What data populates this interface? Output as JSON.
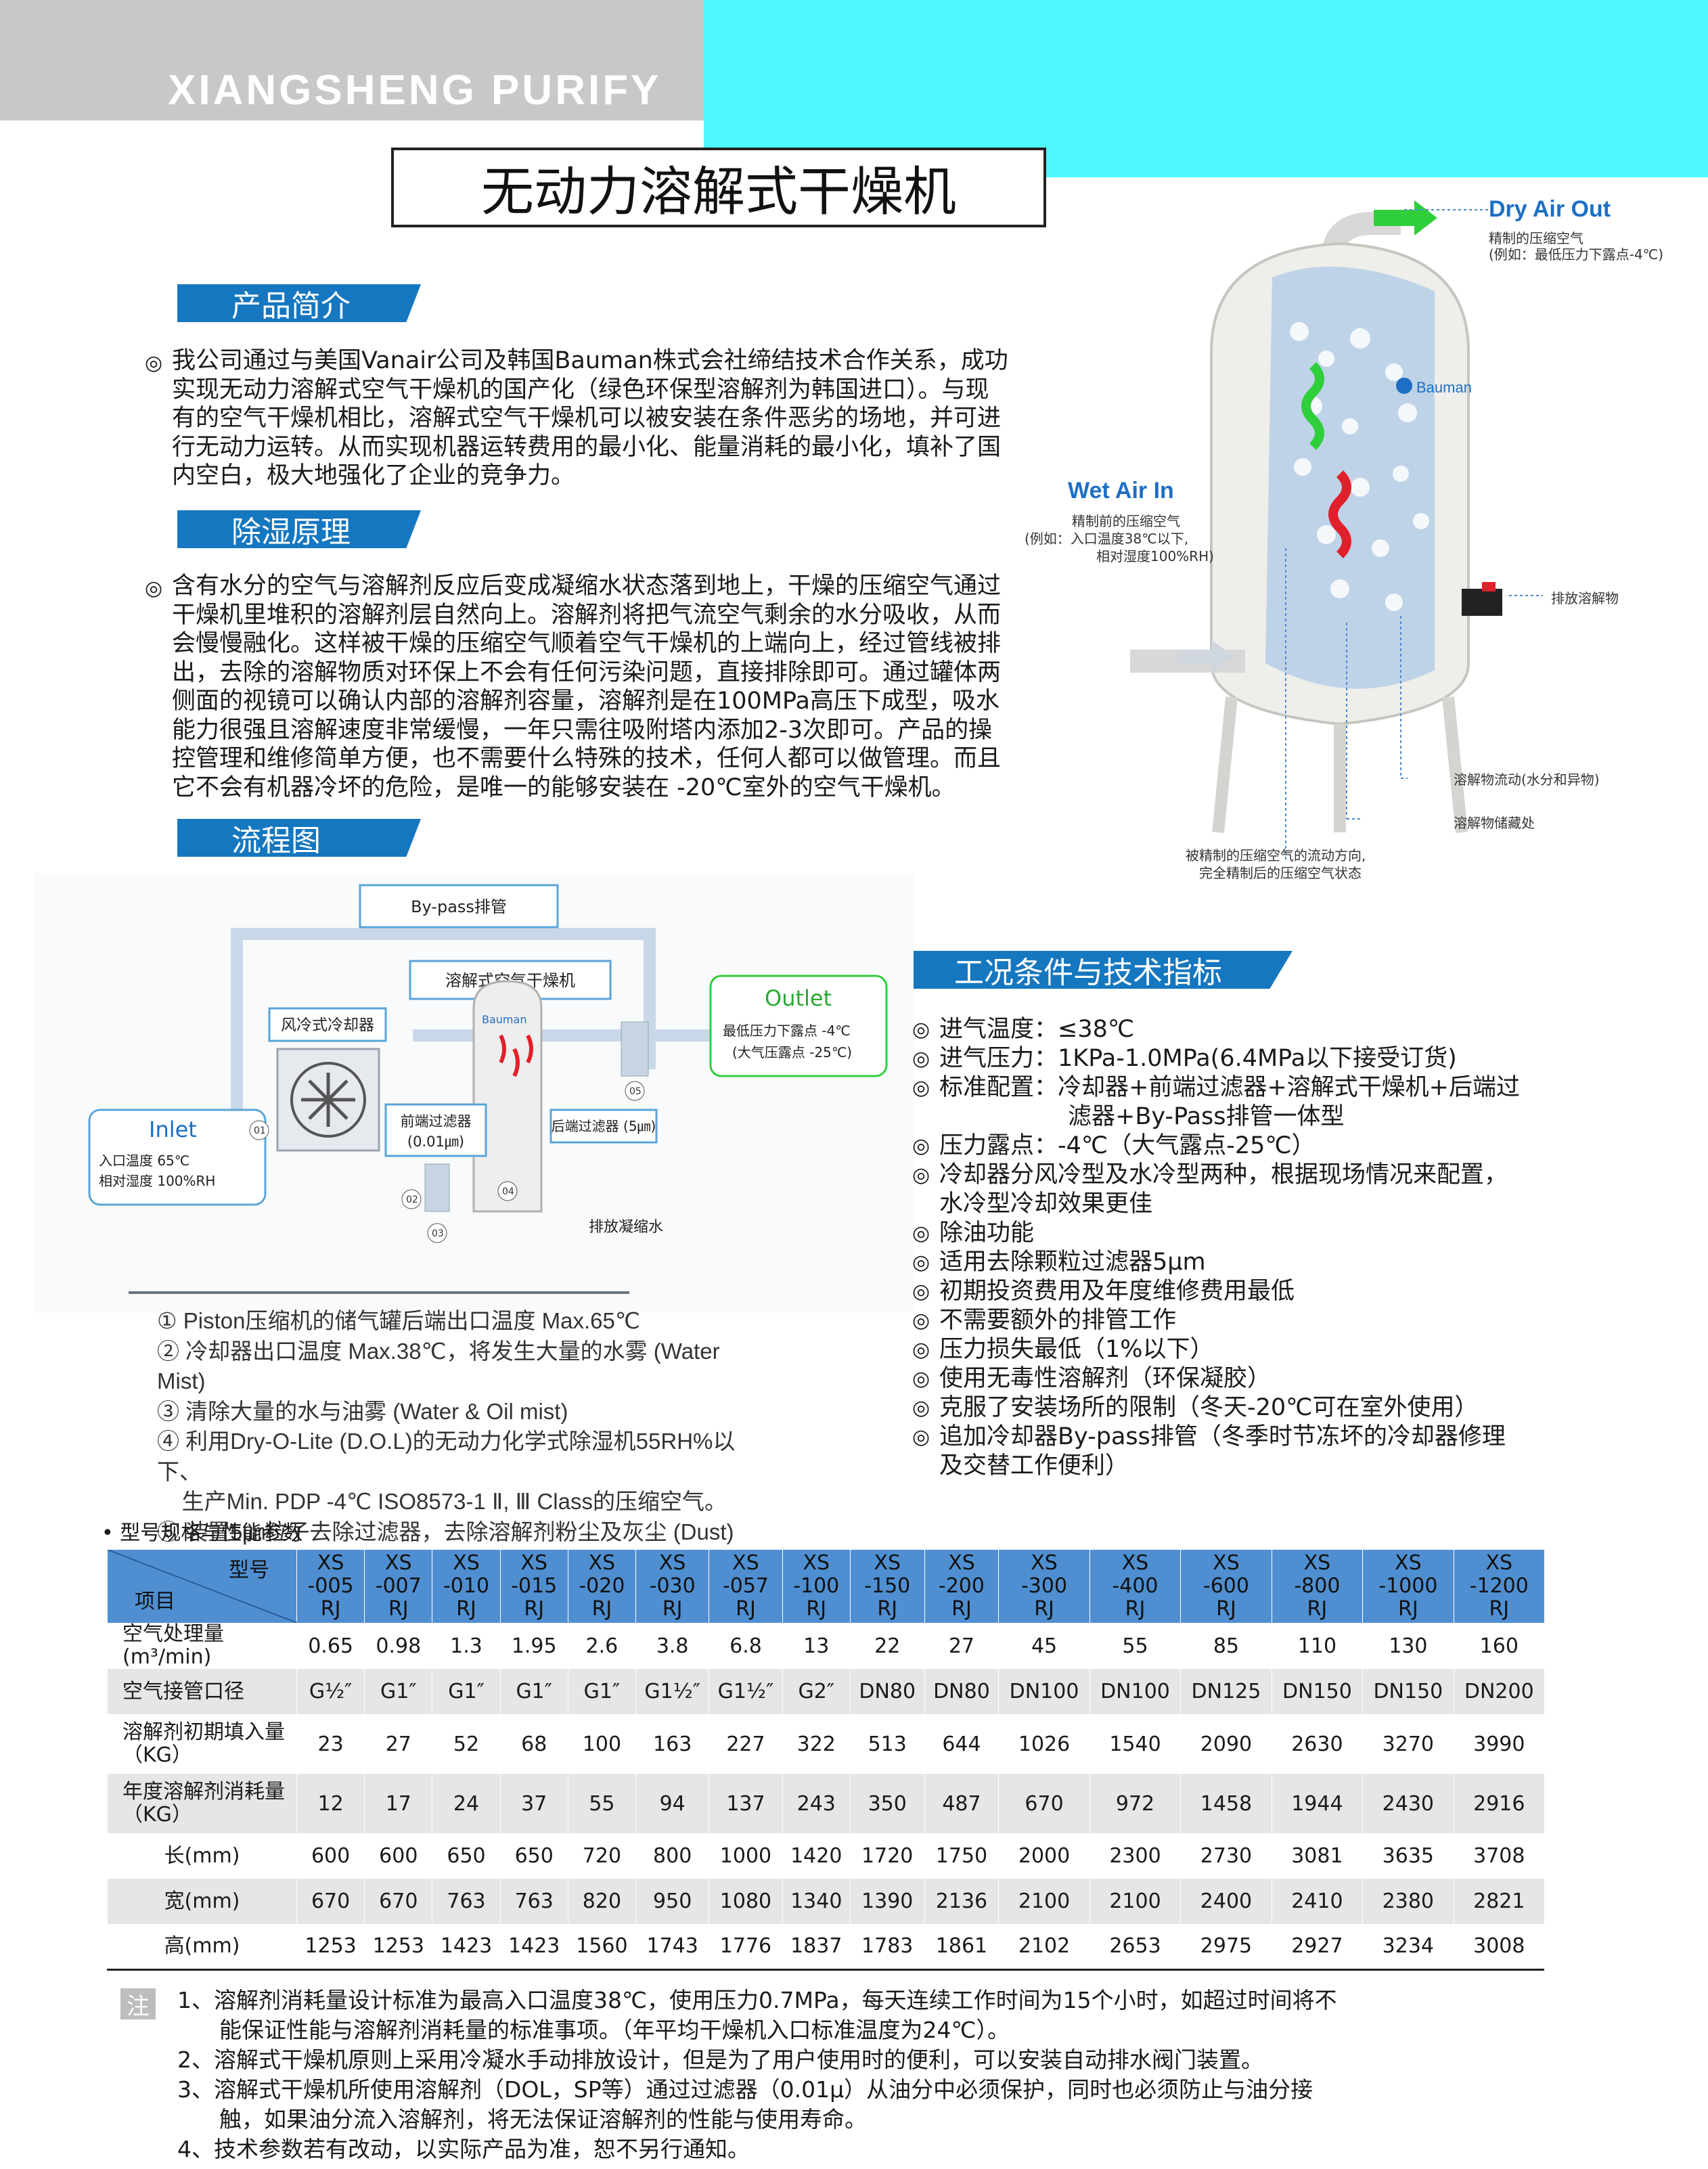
{
  "header": {
    "brand": "XIANGSHENG PURIFY",
    "title": "无动力溶解式干燥机"
  },
  "sections": {
    "intro": "产品简介",
    "principle": "除湿原理",
    "flow": "流程图",
    "tech": "工况条件与技术指标",
    "spec": "• 型号规格与性能参数"
  },
  "intro_text": [
    "我公司通过与美国Vanair公司及韩国Bauman株式会社缔结技术合作关系，成功",
    "实现无动力溶解式空气干燥机的国产化（绿色环保型溶解剂为韩国进口）。与现",
    "有的空气干燥机相比，溶解式空气干燥机可以被安装在条件恶劣的场地，并可进",
    "行无动力运转。从而实现机器运转费用的最小化、能量消耗的最小化，填补了国",
    "内空白，极大地强化了企业的竞争力。"
  ],
  "principle_text": [
    "含有水分的空气与溶解剂反应后变成凝缩水状态落到地上，干燥的压缩空气通过",
    "干燥机里堆积的溶解剂层自然向上。溶解剂将把气流空气剩余的水分吸收，从而",
    "会慢慢融化。这样被干燥的压缩空气顺着空气干燥机的上端向上，经过管线被排",
    "出，去除的溶解物质对环保上不会有任何污染问题，直接排除即可。通过罐体两",
    "侧面的视镜可以确认内部的溶解剂容量，溶解剂是在100MPa高压下成型，吸水",
    "能力很强且溶解速度非常缓慢，一年只需往吸附塔内添加2-3次即可。产品的操",
    "控管理和维修简单方便，也不需要什么特殊的技术，任何人都可以做管理。而且",
    "它不会有机器冷坏的危险，是唯一的能够安装在 -20℃室外的空气干燥机。"
  ],
  "bullet": "◎",
  "tank": {
    "dry_air_out": "Dry Air Out",
    "dry_note1": "精制的压缩空气",
    "dry_note2": "(例如：最低压力下露点-4℃)",
    "brand": "Bauman",
    "wet_air_in": "Wet Air In",
    "wet_note1": "精制前的压缩空气",
    "wet_note2": "(例如：入口温度38℃以下,",
    "wet_note3": "相对湿度100%RH)",
    "drain": "排放溶解物",
    "flow_note": "溶解物流动(水分和异物)",
    "storage": "溶解物储藏处",
    "path1": "被精制的压缩空气的流动方向,",
    "path2": "完全精制后的压缩空气状态"
  },
  "flowchart": {
    "bypass": "By-pass排管",
    "dryer": "溶解式空气干燥机",
    "cooler": "风冷式冷却器",
    "outlet_title": "Outlet",
    "outlet_l1": "最低压力下露点 -4℃",
    "outlet_l2": "(大气压露点 -25℃)",
    "inlet_title": "Inlet",
    "inlet_l1": "入口温度 65℃",
    "inlet_l2": "相对湿度 100%RH",
    "pre_filter": "前端过滤器",
    "pre_filter2": "(0.01㎛)",
    "post_filter": "后端过滤器 (5㎛)",
    "drain": "排放凝缩水",
    "tag01": "01",
    "tag02": "02",
    "tag03": "03",
    "tag04": "04",
    "tag05": "05",
    "brand": "Bauman",
    "steps": [
      "① Piston压缩机的储气罐后端出口温度 Max.65℃",
      "② 冷却器出口温度 Max.38℃，将发生大量的水雾 (Water Mist)",
      "③ 清除大量的水与油雾 (Water & Oil mist)",
      "④ 利用Dry-O-Lite (D.O.L)的无动力化学式除湿机55RH%以下、",
      "    生产Min. PDP -4℃ ISO8573-1 Ⅱ, Ⅲ Class的压缩空气。",
      "⑤ 装置5㎛粒子去除过滤器，去除溶解剂粉尘及灰尘 (Dust)"
    ]
  },
  "tech_items": [
    "进气温度：≤38℃",
    "进气压力：1KPa-1.0MPa(6.4MPa以下接受订货)",
    "标准配置：冷却器+前端过滤器+溶解式干燥机+后端过",
    "压力露点：-4℃（大气露点-25℃）",
    "冷却器分风冷型及水冷型两种，根据现场情况来配置，",
    "除油功能",
    "适用去除颗粒过滤器5μm",
    "初期投资费用及年度维修费用最低",
    "不需要额外的排管工作",
    "压力损失最低（1%以下）",
    "使用无毒性溶解剂（环保凝胶）",
    "克服了安装场所的限制（冬天-20℃可在室外使用）",
    "追加冷却器By-pass排管（冬季时节冻坏的冷却器修理"
  ],
  "tech_cont": {
    "c3": "滤器+By-Pass排管一体型",
    "c5": "水冷型冷却效果更佳",
    "c13": "及交替工作便利）"
  },
  "table": {
    "corner_top": "型号",
    "corner_bottom": "项目",
    "models": [
      [
        "XS",
        "-005",
        "RJ"
      ],
      [
        "XS",
        "-007",
        "RJ"
      ],
      [
        "XS",
        "-010",
        "RJ"
      ],
      [
        "XS",
        "-015",
        "RJ"
      ],
      [
        "XS",
        "-020",
        "RJ"
      ],
      [
        "XS",
        "-030",
        "RJ"
      ],
      [
        "XS",
        "-057",
        "RJ"
      ],
      [
        "XS",
        "-100",
        "RJ"
      ],
      [
        "XS",
        "-150",
        "RJ"
      ],
      [
        "XS",
        "-200",
        "RJ"
      ],
      [
        "XS",
        "-300",
        "RJ"
      ],
      [
        "XS",
        "-400",
        "RJ"
      ],
      [
        "XS",
        "-600",
        "RJ"
      ],
      [
        "XS",
        "-800",
        "RJ"
      ],
      [
        "XS",
        "-1000",
        "RJ"
      ],
      [
        "XS",
        "-1200",
        "RJ"
      ]
    ],
    "rows": [
      {
        "label": "空气处理量(m³/min)",
        "label2": "",
        "center": false,
        "values": [
          "0.65",
          "0.98",
          "1.3",
          "1.95",
          "2.6",
          "3.8",
          "6.8",
          "13",
          "22",
          "27",
          "45",
          "55",
          "85",
          "110",
          "130",
          "160"
        ]
      },
      {
        "label": "空气接管口径",
        "label2": "",
        "center": false,
        "values": [
          "G½″",
          "G1″",
          "G1″",
          "G1″",
          "G1″",
          "G1½″",
          "G1½″",
          "G2″",
          "DN80",
          "DN80",
          "DN100",
          "DN100",
          "DN125",
          "DN150",
          "DN150",
          "DN200"
        ]
      },
      {
        "label": "溶解剂初期填入量",
        "label2": "（KG）",
        "center": false,
        "values": [
          "23",
          "27",
          "52",
          "68",
          "100",
          "163",
          "227",
          "322",
          "513",
          "644",
          "1026",
          "1540",
          "2090",
          "2630",
          "3270",
          "3990"
        ]
      },
      {
        "label": "年度溶解剂消耗量",
        "label2": "（KG）",
        "center": false,
        "values": [
          "12",
          "17",
          "24",
          "37",
          "55",
          "94",
          "137",
          "243",
          "350",
          "487",
          "670",
          "972",
          "1458",
          "1944",
          "2430",
          "2916"
        ]
      },
      {
        "label": "长(mm)",
        "label2": "",
        "center": true,
        "values": [
          "600",
          "600",
          "650",
          "650",
          "720",
          "800",
          "1000",
          "1420",
          "1720",
          "1750",
          "2000",
          "2300",
          "2730",
          "3081",
          "3635",
          "3708"
        ]
      },
      {
        "label": "宽(mm)",
        "label2": "",
        "center": true,
        "values": [
          "670",
          "670",
          "763",
          "763",
          "820",
          "950",
          "1080",
          "1340",
          "1390",
          "2136",
          "2100",
          "2100",
          "2400",
          "2410",
          "2380",
          "2821"
        ]
      },
      {
        "label": "高(mm)",
        "label2": "",
        "center": true,
        "values": [
          "1253",
          "1253",
          "1423",
          "1423",
          "1560",
          "1743",
          "1776",
          "1837",
          "1783",
          "1861",
          "2102",
          "2653",
          "2975",
          "2927",
          "3234",
          "3008"
        ]
      }
    ]
  },
  "notes": {
    "badge": "注",
    "n1a": "1、溶解剂消耗量设计标准为最高入口温度38℃，使用压力0.7MPa，每天连续工作时间为15个小时，如超过时间将不",
    "n1b": "能保证性能与溶解剂消耗量的标准事项。（年平均干燥机入口标准温度为24℃）。",
    "n2": "2、溶解式干燥机原则上采用冷凝水手动排放设计，但是为了用户使用时的便利，可以安装自动排水阀门装置。",
    "n3a": "3、溶解式干燥机所使用溶解剂（DOL，SP等）通过过滤器（0.01μ）从油分中必须保护，同时也必须防止与油分接",
    "n3b": "触，如果油分流入溶解剂，将无法保证溶解剂的性能与使用寿命。",
    "n4": "4、技术参数若有改动，以实际产品为准，恕不另行通知。"
  },
  "colors": {
    "section_blue": "#1577bf",
    "header_cyan": "#4ff7ff",
    "table_header": "#4f8fd1",
    "accent_blue": "#1d6fc4"
  }
}
